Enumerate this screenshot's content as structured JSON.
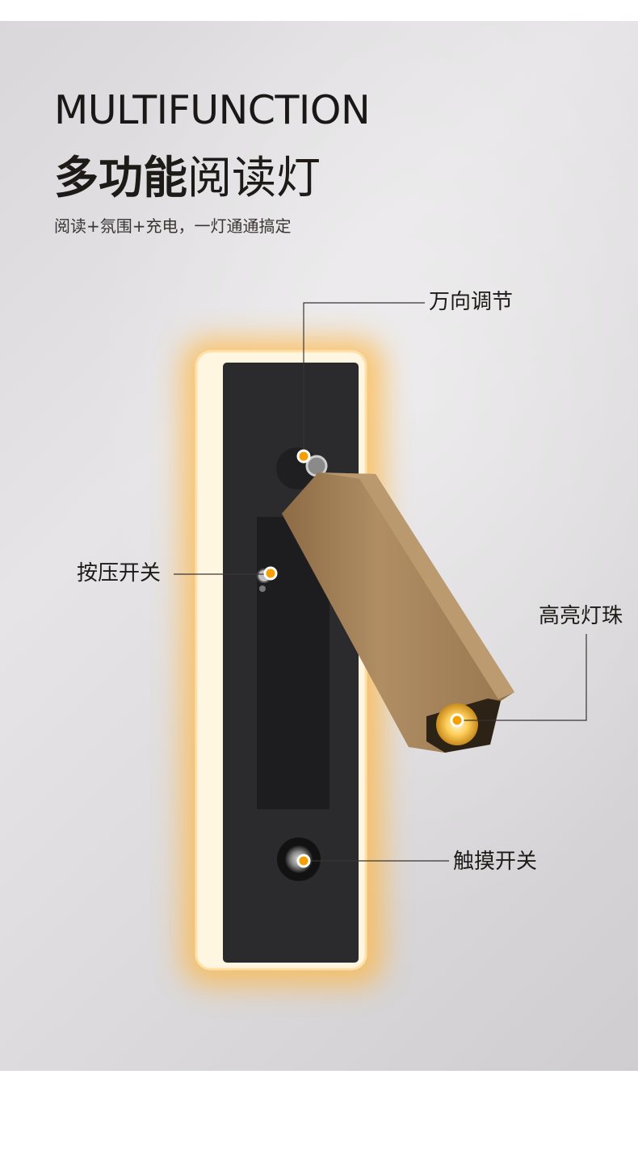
{
  "header": {
    "title_en": "MULTIFUNCTION",
    "title_cn_bold": "多功能",
    "title_cn_light": "阅读灯",
    "subtitle": "阅读+氛围+充电，一灯通通搞定"
  },
  "callouts": {
    "universal_adjust": "万向调节",
    "press_switch": "按压开关",
    "led_bead": "高亮灯珠",
    "touch_switch": "触摸开关"
  },
  "colors": {
    "accent_dot": "#f5a000",
    "backplate": "#2b2b2d",
    "brass_head": "#a9855a",
    "warm_glow": "#ffc35a",
    "text_dark": "#1e1a18"
  }
}
